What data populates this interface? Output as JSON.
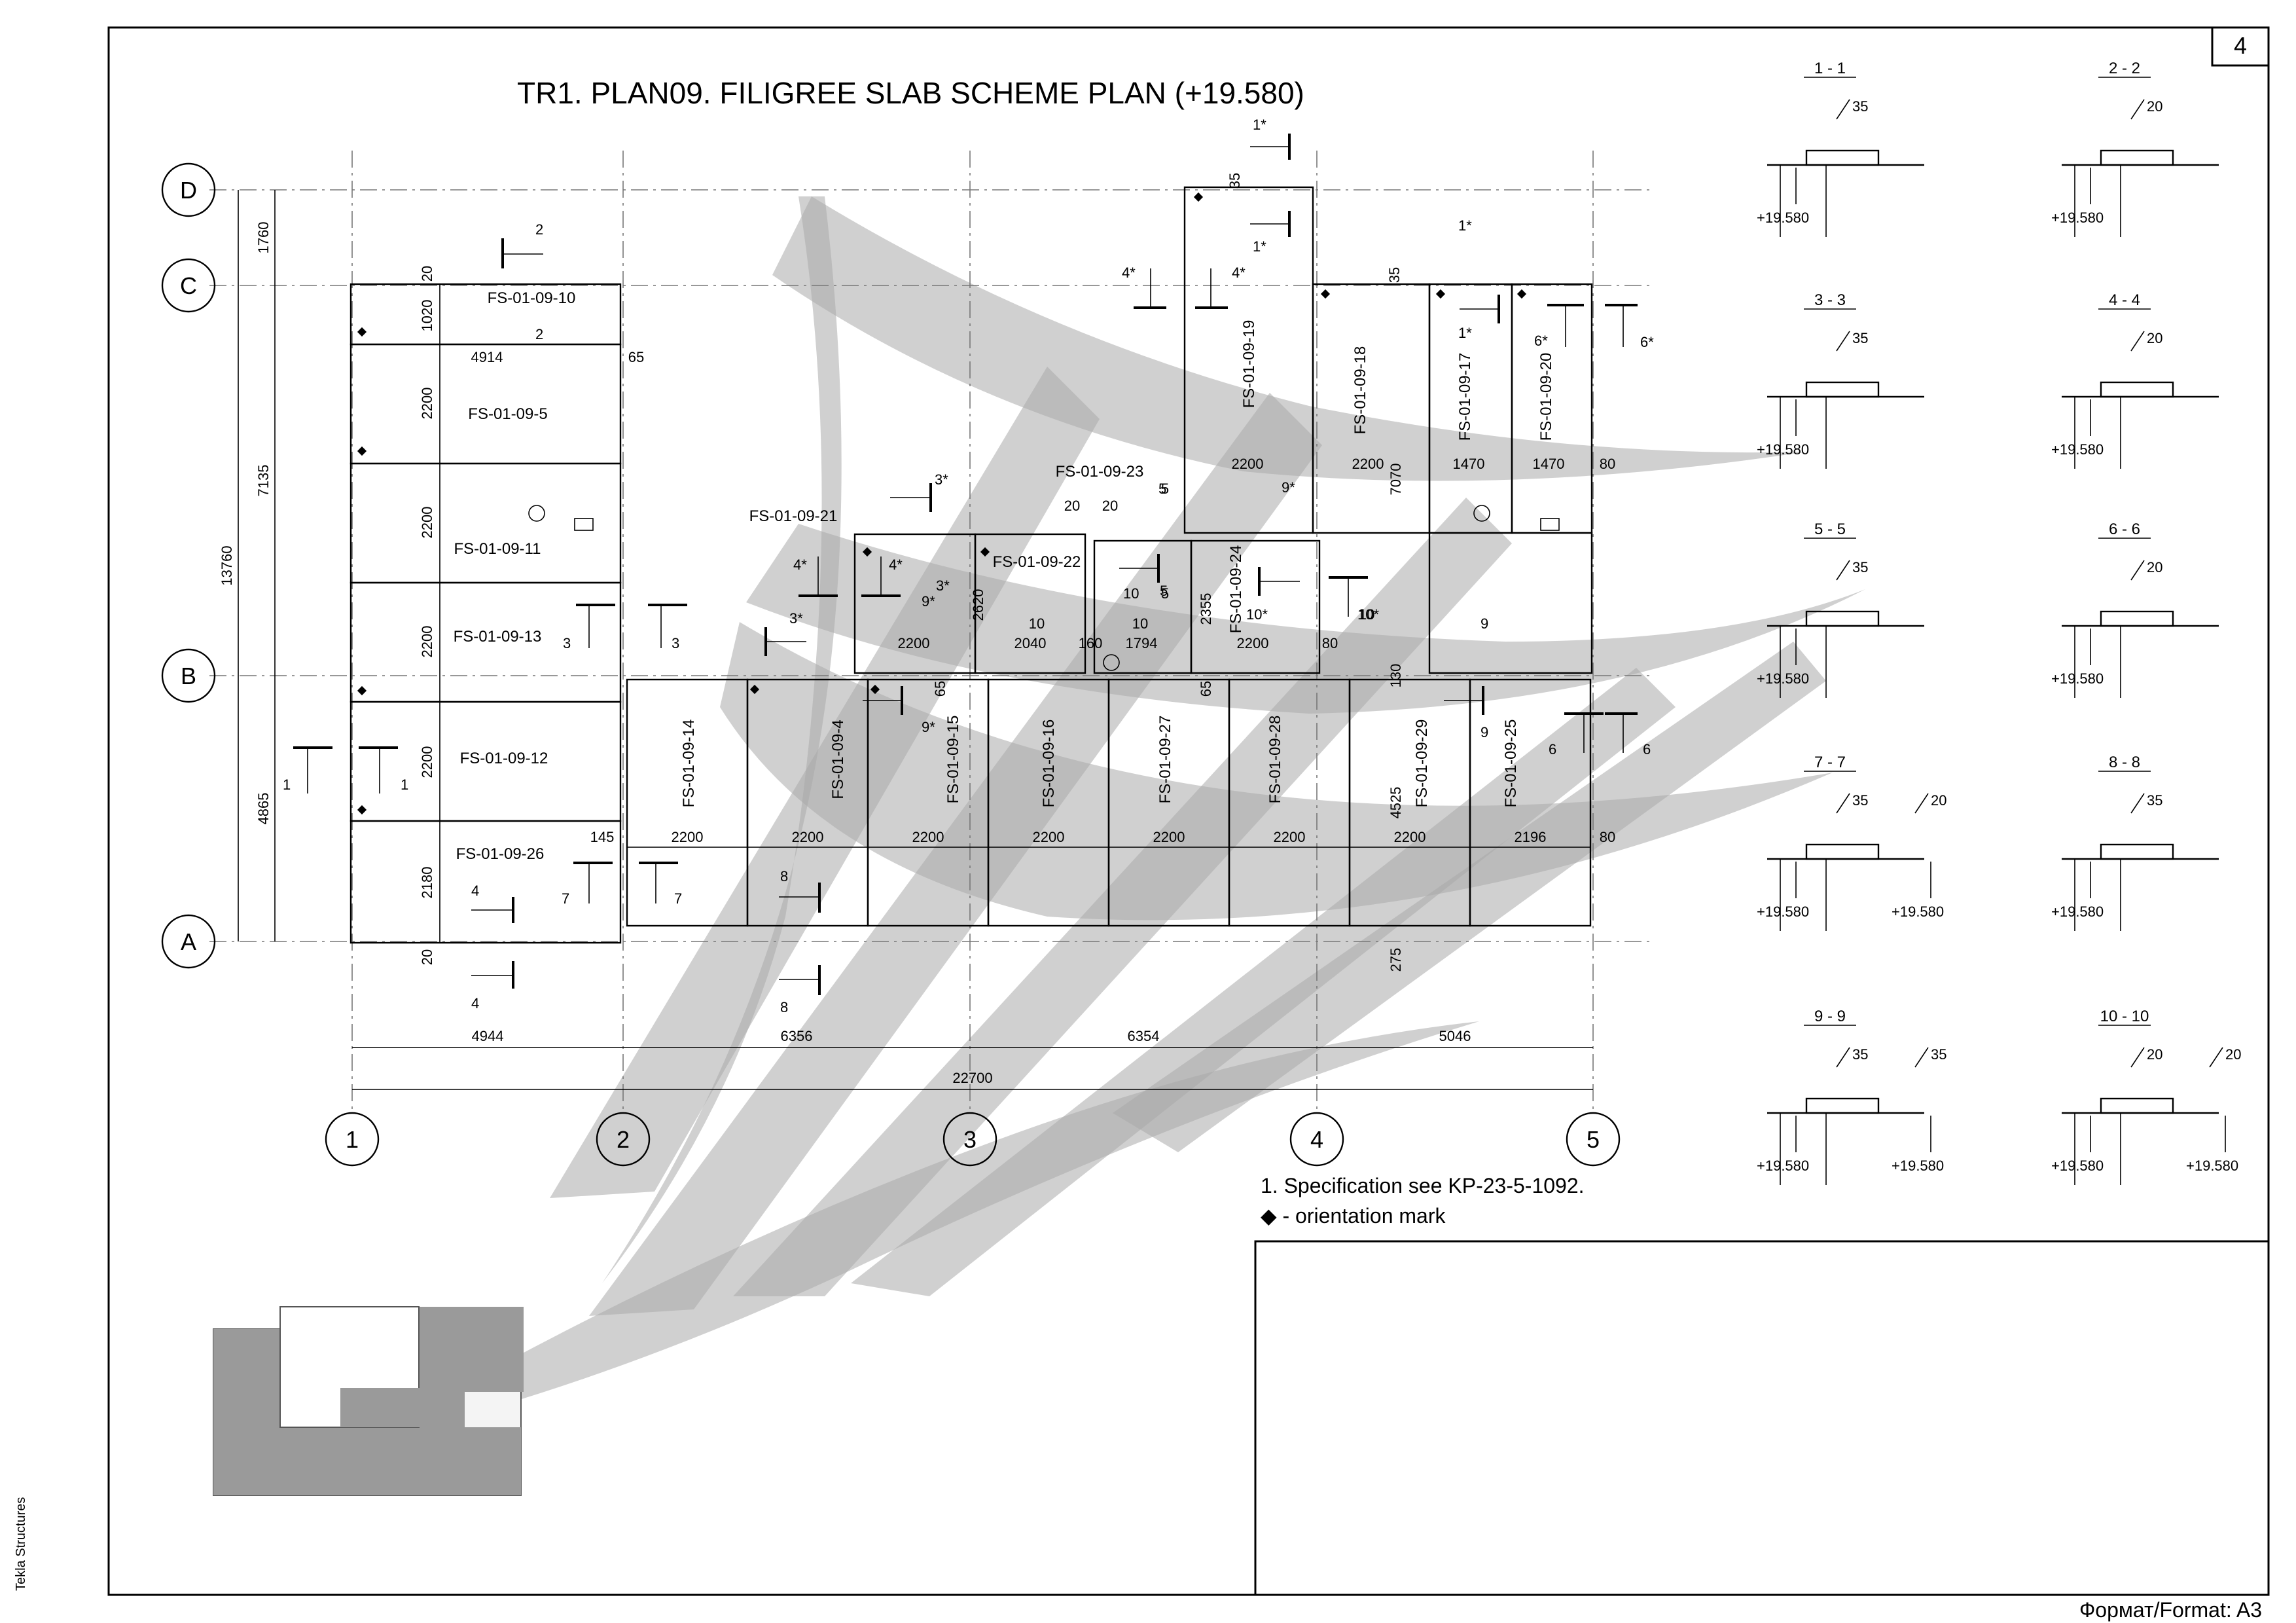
{
  "sheet": {
    "number": "4",
    "title": "TR1. PLAN09. FILIGREE SLAB SCHEME PLAN (+19.580)",
    "format": "Формат/Format: A3",
    "software": "Tekla Structures"
  },
  "axes": {
    "letters": [
      "D",
      "C",
      "B",
      "A"
    ],
    "numbers": [
      "1",
      "2",
      "3",
      "4",
      "5"
    ]
  },
  "dimensions": {
    "bottom_spans": [
      "4944",
      "6356",
      "6354",
      "5046"
    ],
    "total_width": "22700",
    "left_spans": [
      "1760",
      "7135",
      "4865"
    ],
    "total_height": "13760",
    "inner": [
      "20",
      "1020",
      "4914",
      "65",
      "2200",
      "2200",
      "2200",
      "2200",
      "2180",
      "20",
      "145",
      "35",
      "35",
      "2200",
      "2200",
      "7070",
      "1470",
      "1470",
      "80",
      "20",
      "20",
      "2620",
      "2200",
      "2040",
      "160",
      "1794",
      "2355",
      "2200",
      "80",
      "65",
      "65",
      "130",
      "2200",
      "2200",
      "2200",
      "2200",
      "2200",
      "2200",
      "2200",
      "2196",
      "80",
      "4525",
      "275",
      "10",
      "10",
      "5",
      "5"
    ]
  },
  "panels": [
    "FS-01-09-10",
    "FS-01-09-5",
    "FS-01-09-11",
    "FS-01-09-13",
    "FS-01-09-12",
    "FS-01-09-26",
    "FS-01-09-19",
    "FS-01-09-18",
    "FS-01-09-17",
    "FS-01-09-20",
    "FS-01-09-21",
    "FS-01-09-22",
    "FS-01-09-23",
    "FS-01-09-24",
    "FS-01-09-14",
    "FS-01-09-4",
    "FS-01-09-15",
    "FS-01-09-16",
    "FS-01-09-27",
    "FS-01-09-28",
    "FS-01-09-29",
    "FS-01-09-25"
  ],
  "section_marks": [
    "1",
    "1",
    "2",
    "2",
    "3",
    "3",
    "4",
    "4",
    "5",
    "5",
    "6",
    "6",
    "7",
    "7",
    "8",
    "8",
    "9",
    "9",
    "10",
    "10",
    "1*",
    "1*",
    "1*",
    "1*",
    "3*",
    "3*",
    "3*",
    "4*",
    "4*",
    "4*",
    "4*",
    "6*",
    "6*",
    "9*",
    "9*",
    "9*",
    "10*",
    "10*"
  ],
  "notes": {
    "line1": "1. Specification see KP-23-5-1092.",
    "line2": "◆ - orientation mark"
  },
  "details": [
    {
      "title": "1 - 1",
      "dims": [
        "35"
      ],
      "levels": [
        "+19.580"
      ]
    },
    {
      "title": "2 - 2",
      "dims": [
        "20"
      ],
      "levels": [
        "+19.580"
      ]
    },
    {
      "title": "3 - 3",
      "dims": [
        "35"
      ],
      "levels": [
        "+19.580"
      ]
    },
    {
      "title": "4 - 4",
      "dims": [
        "20"
      ],
      "levels": [
        "+19.580"
      ]
    },
    {
      "title": "5 - 5",
      "dims": [
        "35"
      ],
      "levels": [
        "+19.580"
      ]
    },
    {
      "title": "6 - 6",
      "dims": [
        "20"
      ],
      "levels": [
        "+19.580"
      ]
    },
    {
      "title": "7 - 7",
      "dims": [
        "35",
        "20"
      ],
      "levels": [
        "+19.580",
        "+19.580"
      ]
    },
    {
      "title": "8 - 8",
      "dims": [
        "35"
      ],
      "levels": [
        "+19.580"
      ]
    },
    {
      "title": "9 - 9",
      "dims": [
        "35",
        "35"
      ],
      "levels": [
        "+19.580",
        "+19.580"
      ]
    },
    {
      "title": "10 - 10",
      "dims": [
        "20",
        "20"
      ],
      "levels": [
        "+19.580",
        "+19.580"
      ]
    }
  ]
}
